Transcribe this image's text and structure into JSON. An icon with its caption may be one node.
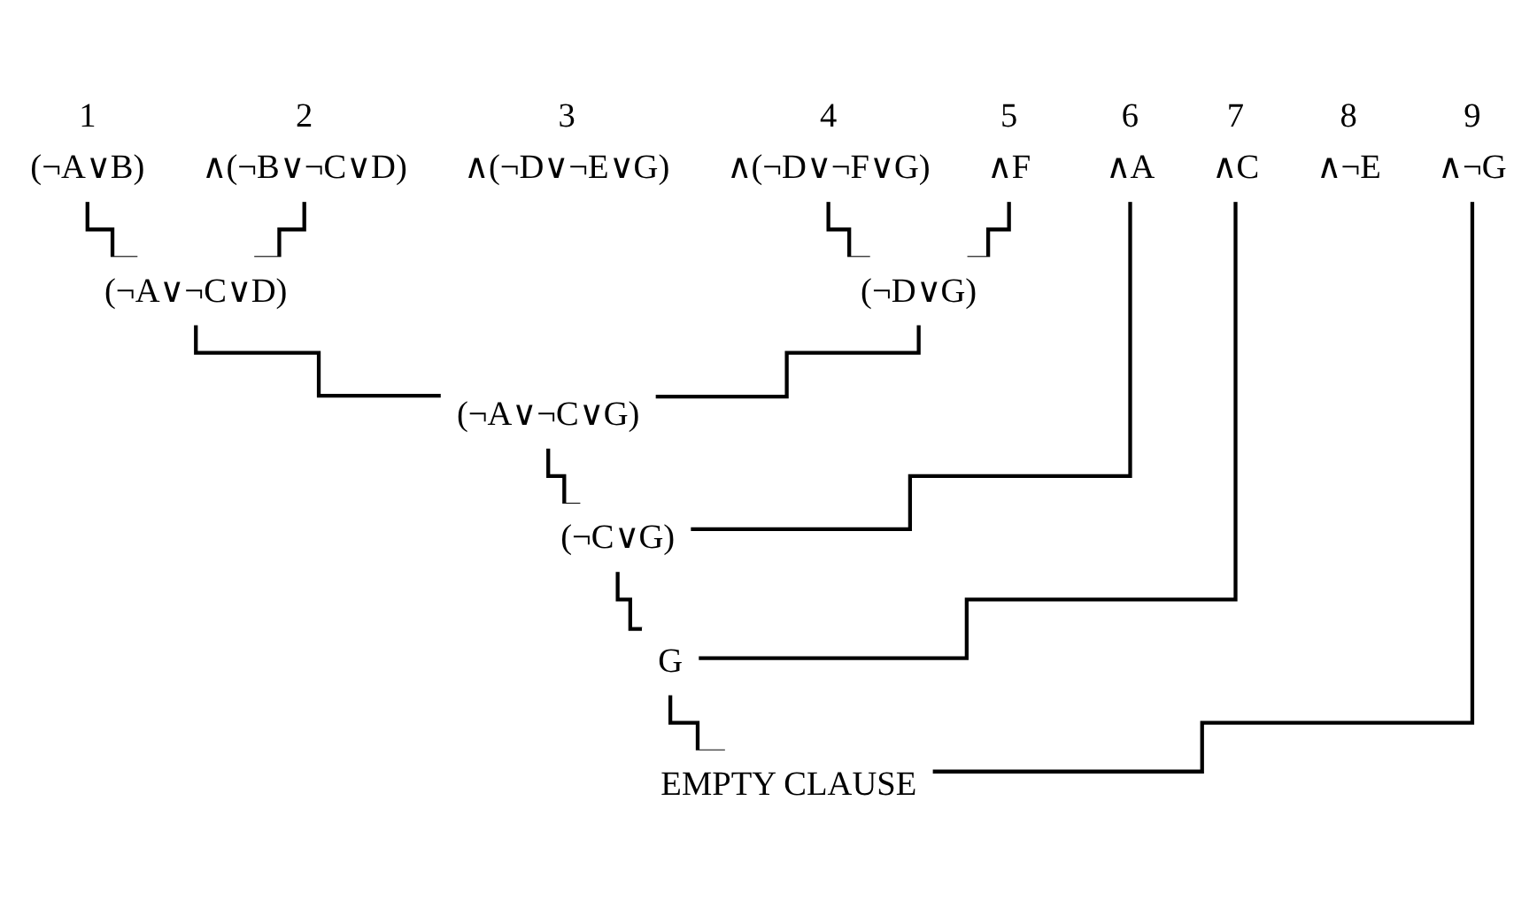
{
  "diagram": {
    "nodes": [
      {
        "text": [
          "1",
          "(¬A∨B)"
        ]
      },
      {
        "text": [
          "2",
          "∧(¬B∨¬C∨D)"
        ]
      },
      {
        "text": [
          "3",
          "∧(¬D∨¬E∨G)"
        ]
      },
      {
        "text": [
          "4",
          "∧(¬D∨¬F∨G)"
        ]
      },
      {
        "text": [
          "5",
          "∧F"
        ]
      },
      {
        "text": [
          "6",
          "∧A"
        ]
      },
      {
        "text": [
          "7",
          "∧C"
        ]
      },
      {
        "text": [
          "8",
          "∧¬E"
        ]
      },
      {
        "text": [
          "9",
          "∧¬G"
        ]
      },
      {
        "text": [
          "(¬A∨¬C∨D)"
        ]
      },
      {
        "text": [
          "(¬D∨G)"
        ]
      },
      {
        "text": [
          "(¬A∨¬C∨G)"
        ]
      },
      {
        "text": [
          "(¬C∨G)"
        ]
      },
      {
        "text": [
          "G"
        ]
      },
      {
        "text": [
          "EMPTY CLAUSE"
        ]
      }
    ],
    "edges": [
      {
        "from": 0,
        "to": 9,
        "arrow": "none"
      },
      {
        "from": 1,
        "to": 9,
        "arrow": "none"
      },
      {
        "from": 3,
        "to": 10,
        "arrow": "none"
      },
      {
        "from": 4,
        "to": 10,
        "arrow": "none"
      },
      {
        "from": 9,
        "to": 11,
        "arrow": "none"
      },
      {
        "from": 10,
        "to": 11,
        "arrow": "none"
      },
      {
        "from": 11,
        "to": 12,
        "arrow": "none"
      },
      {
        "from": 5,
        "to": 12,
        "arrow": "none"
      },
      {
        "from": 12,
        "to": 13,
        "arrow": "none"
      },
      {
        "from": 6,
        "to": 13,
        "arrow": "none"
      },
      {
        "from": 13,
        "to": 14,
        "arrow": "none"
      },
      {
        "from": 8,
        "to": 14,
        "arrow": "none"
      }
    ]
  }
}
